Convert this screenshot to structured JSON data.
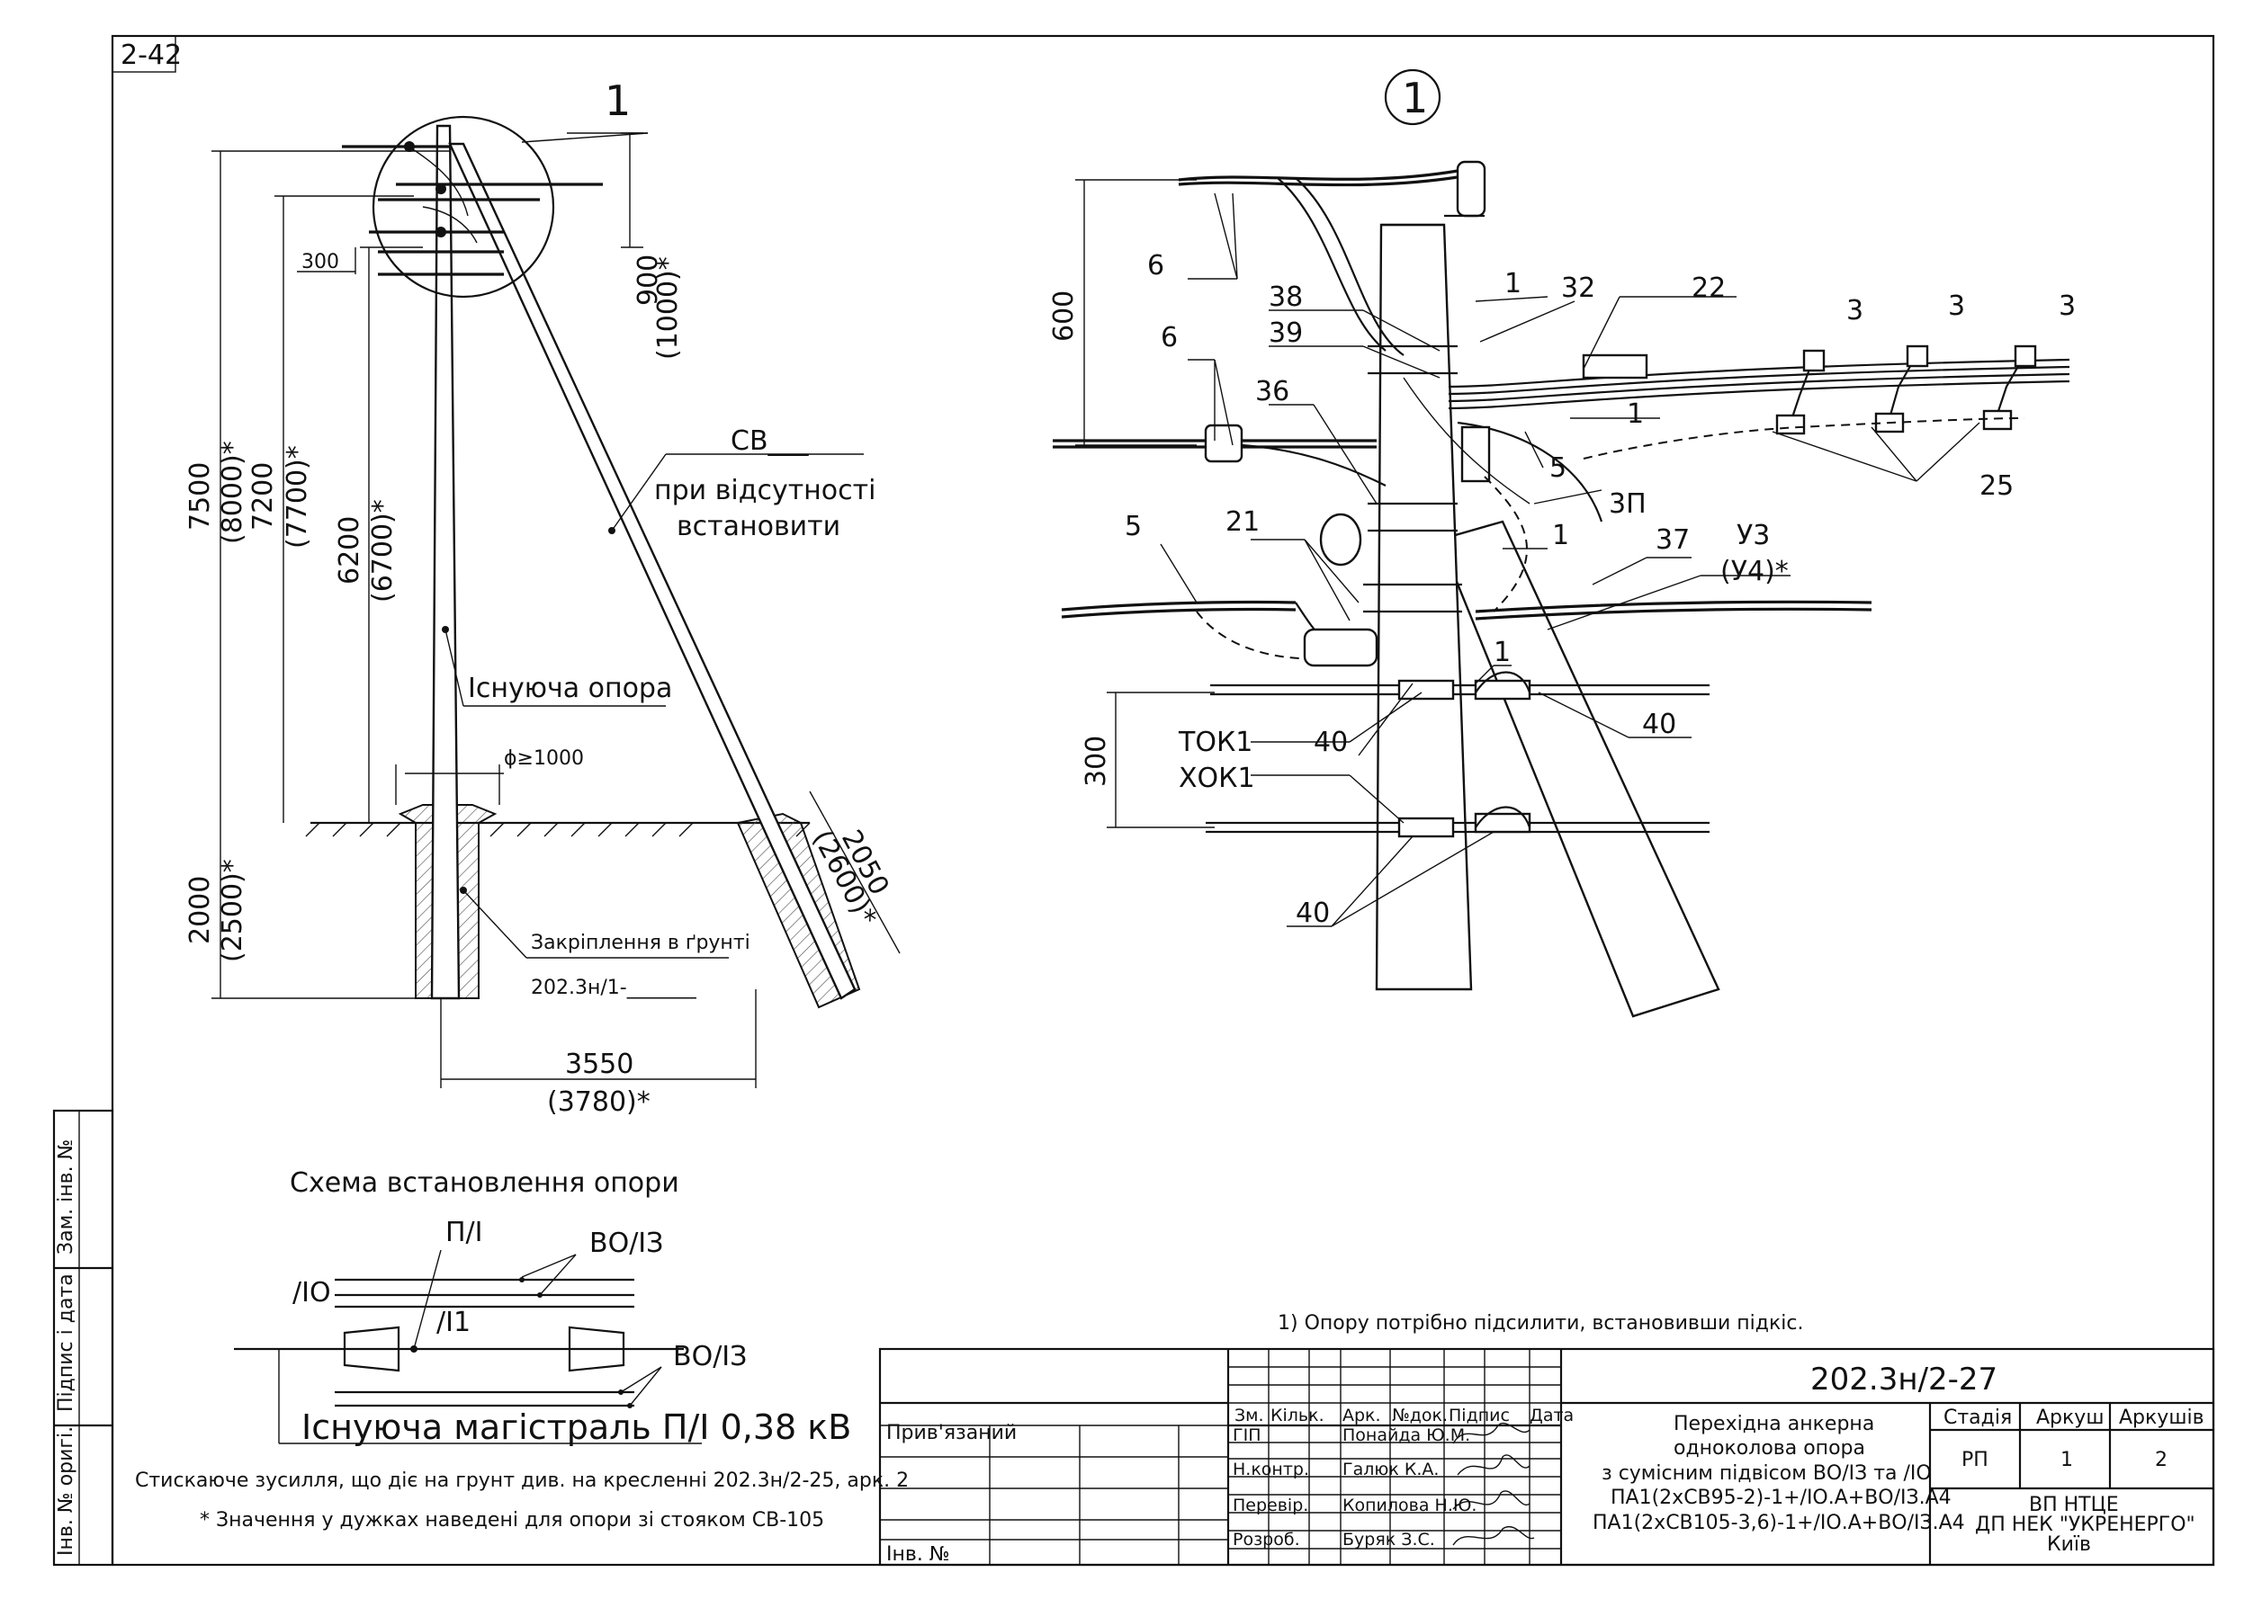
{
  "sheet": {
    "corner_code": "2-42",
    "detail_marker": "1"
  },
  "side_labels": {
    "inv_zam": "Зам. інв. №",
    "signature_date": "Підпис і дата",
    "inv_orig": "Інв. № оригі."
  },
  "overview": {
    "detail_ref": "1",
    "dim_900": "900",
    "dim_900_alt": "(1000)*",
    "dim_300": "300",
    "dim_7500": "7500",
    "dim_7500_alt": "(8000)*",
    "dim_7200": "7200",
    "dim_7200_alt": "(7700)*",
    "dim_6200": "6200",
    "dim_6200_alt": "(6700)*",
    "dim_2000": "2000",
    "dim_2000_alt": "(2500)*",
    "dim_2050": "2050",
    "dim_2050_alt": "(2600)*",
    "dim_3550": "3550",
    "dim_3550_alt": "(3780)*",
    "diameter": "ϕ≥1000",
    "strut_label": "СВ___",
    "strut_note_1": "при відсутності",
    "strut_note_2": "встановити",
    "existing_pole": "Існуюча опора",
    "ground_fixing": "Закріплення в ґрунті",
    "ground_code": "202.3н/1-_______"
  },
  "scheme": {
    "title": "Схема встановлення опори",
    "pl_label": "П/І",
    "vo_top": "ВО/ІЗ",
    "lo": "/ІО",
    "l1": "/І1",
    "vo_bottom": "ВО/ІЗ",
    "main_line": "Існуюча магістраль П/І 0,38 кВ"
  },
  "notes": {
    "compression": "Стискаюче зусилля, що діє на грунт див. на кресленні 202.3н/2-25, арк. 2",
    "brackets": "* Значення у дужках наведені для опори зі стояком СВ-105",
    "footnote": "1) Опору потрібно підсилити, встановивши підкіс."
  },
  "detail": {
    "circle_label": "1",
    "dim_600": "600",
    "dim_300": "300",
    "callouts": {
      "c6a": "6",
      "c6b": "6",
      "c1a": "1",
      "c32": "32",
      "c22": "22",
      "c3a": "3",
      "c3b": "3",
      "c3c": "3",
      "c38": "38",
      "c39": "39",
      "c36": "36",
      "c1b": "1",
      "c5a": "5",
      "c3p": "3П",
      "c25": "25",
      "c5b": "5",
      "c21": "21",
      "c1c": "1",
      "c37": "37",
      "cu3": "У3",
      "cu4": "(У4)*",
      "c1d": "1",
      "c40a": "40",
      "c40b": "40",
      "c40c": "40",
      "tok1": "ТОК1",
      "hok1": "ХОК1"
    }
  },
  "title_block": {
    "doc_code": "202.3н/2-27",
    "attached": "Прив'язаний",
    "inv_no": "Інв. №",
    "headers": [
      "Зм.",
      "Кільк.",
      "Арк.",
      "№док.",
      "Підпис",
      "Дата"
    ],
    "roles": [
      {
        "role": "ГІП",
        "name": "Понайда Ю.М."
      },
      {
        "role": "Н.контр.",
        "name": "Галюк К.А."
      },
      {
        "role": "Перевір.",
        "name": "Копилова Н.Ю."
      },
      {
        "role": "Розроб.",
        "name": "Буряк З.С."
      }
    ],
    "desc": [
      "Перехідна анкерна",
      "одноколова опора",
      "з сумісним підвісом ВО/ІЗ та /ІО",
      "ПА1(2хСВ95-2)-1+/ІО.А+ВО/ІЗ.А4",
      "ПА1(2хСВ105-3,6)-1+/ІО.А+ВО/ІЗ.А4"
    ],
    "stage_header": "Стадія",
    "sheet_header": "Аркуш",
    "sheets_header": "Аркушів",
    "stage": "РП",
    "sheet": "1",
    "sheets": "2",
    "org_1": "ВП НТЦЕ",
    "org_2": "ДП НЕК \"УКРЕНЕРГО\"",
    "org_3": "Київ"
  }
}
